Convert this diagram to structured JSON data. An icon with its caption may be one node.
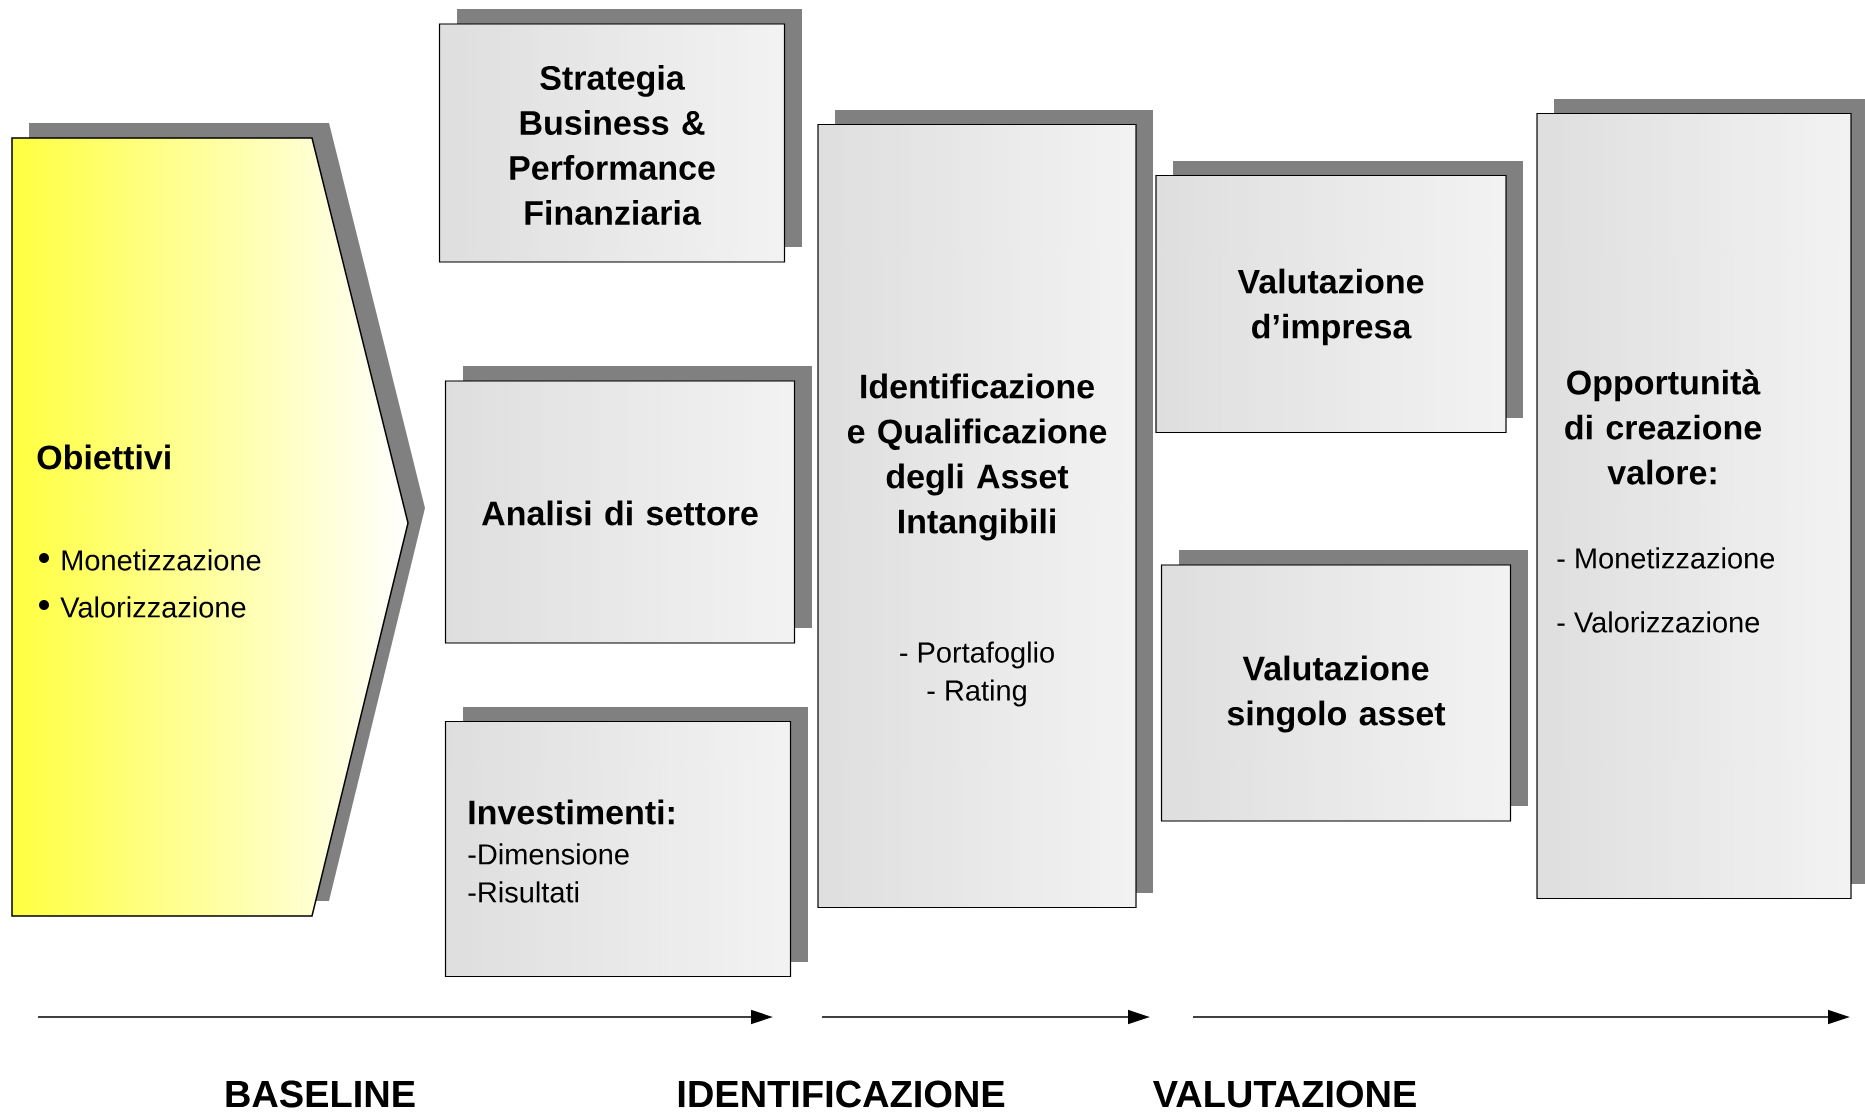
{
  "diagram": {
    "nodes": [
      {
        "text": [
          "Obiettivi",
          "Monetizzazione",
          "Valorizzazione"
        ]
      },
      {
        "text": [
          "Strategia Business & Performance Finanziaria"
        ]
      },
      {
        "text": [
          "Analisi di settore"
        ]
      },
      {
        "text": [
          "Investimenti:",
          "-Dimensione",
          "-Risultati"
        ]
      },
      {
        "text": [
          "Identificazione e Qualificazione degli Asset Intangibili",
          "- Portafoglio",
          "- Rating"
        ]
      },
      {
        "text": [
          "Valutazione d’impresa"
        ]
      },
      {
        "text": [
          "Valutazione singolo asset"
        ]
      },
      {
        "text": [
          "Opportunità di creazione valore:",
          "- Monetizzazione",
          "- Valorizzazione"
        ]
      }
    ],
    "labels": [
      "BASELINE",
      "IDENTIFICAZIONE",
      "VALUTAZIONE"
    ]
  }
}
